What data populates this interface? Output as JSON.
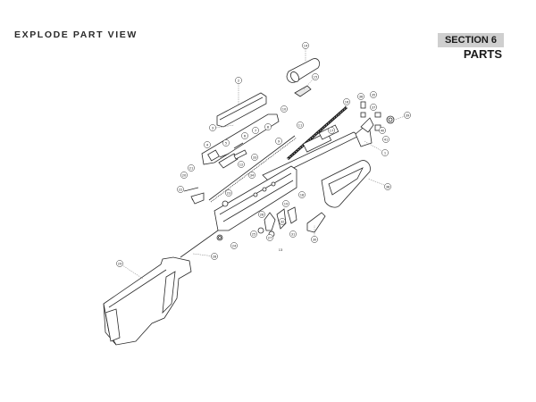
{
  "header": {
    "title": "EXPLODE PART VIEW",
    "section_label": "SECTION 6",
    "section_sub": "PARTS"
  },
  "diagram": {
    "bottom_label": "13",
    "callouts": [
      "1",
      "2",
      "3",
      "4",
      "5",
      "6",
      "7",
      "8",
      "9",
      "10",
      "11",
      "12",
      "14",
      "15",
      "16",
      "17",
      "18",
      "19",
      "20",
      "21",
      "22",
      "23",
      "24",
      "25",
      "26",
      "27",
      "28",
      "29",
      "30",
      "31",
      "32",
      "33",
      "34",
      "35",
      "36",
      "37",
      "38",
      "39",
      "40",
      "41"
    ]
  }
}
